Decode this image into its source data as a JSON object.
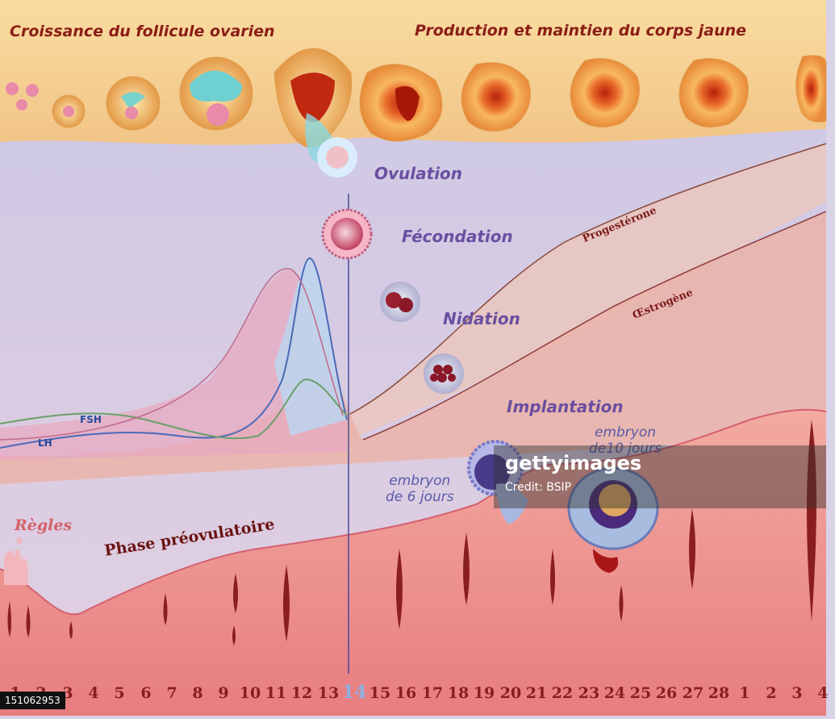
{
  "titles": {
    "left": "Croissance du follicule ovarien",
    "right": "Production et maintien du corps jaune"
  },
  "stages": {
    "ovulation": "Ovulation",
    "fecondation": "Fécondation",
    "nidation": "Nidation",
    "implantation": "Implantation"
  },
  "hormones": {
    "progesterone": "Progestérone",
    "oestrogene": "Œstrogène",
    "fsh": "FSH",
    "lh": "LH"
  },
  "embryos": {
    "six_days_line1": "embryon",
    "six_days_line2": "de 6 jours",
    "ten_days_line1": "embryon",
    "ten_days_line2": "de10 jours"
  },
  "phases": {
    "regles": "Règles",
    "preovulatoire": "Phase préovulatoire"
  },
  "days": [
    "1",
    "2",
    "3",
    "4",
    "5",
    "6",
    "7",
    "8",
    "9",
    "10",
    "11",
    "12",
    "13",
    "14",
    "15",
    "16",
    "17",
    "18",
    "19",
    "20",
    "21",
    "22",
    "23",
    "24",
    "25",
    "26",
    "27",
    "28",
    "1",
    "2",
    "3",
    "4"
  ],
  "highlight_day": "14",
  "watermark": {
    "brand": "gettyimages",
    "credit": "Credit: BSIP"
  },
  "image_id": "151062953",
  "colors": {
    "top_band": "#f6d79a",
    "background": "#d9d3e8",
    "uterus": "#ef9a94",
    "fsh_line": "#6aa06a",
    "lh_line": "#4a6ab8",
    "progesterone": "#9a4a3a",
    "ovulation_line": "#4a4a9a"
  }
}
